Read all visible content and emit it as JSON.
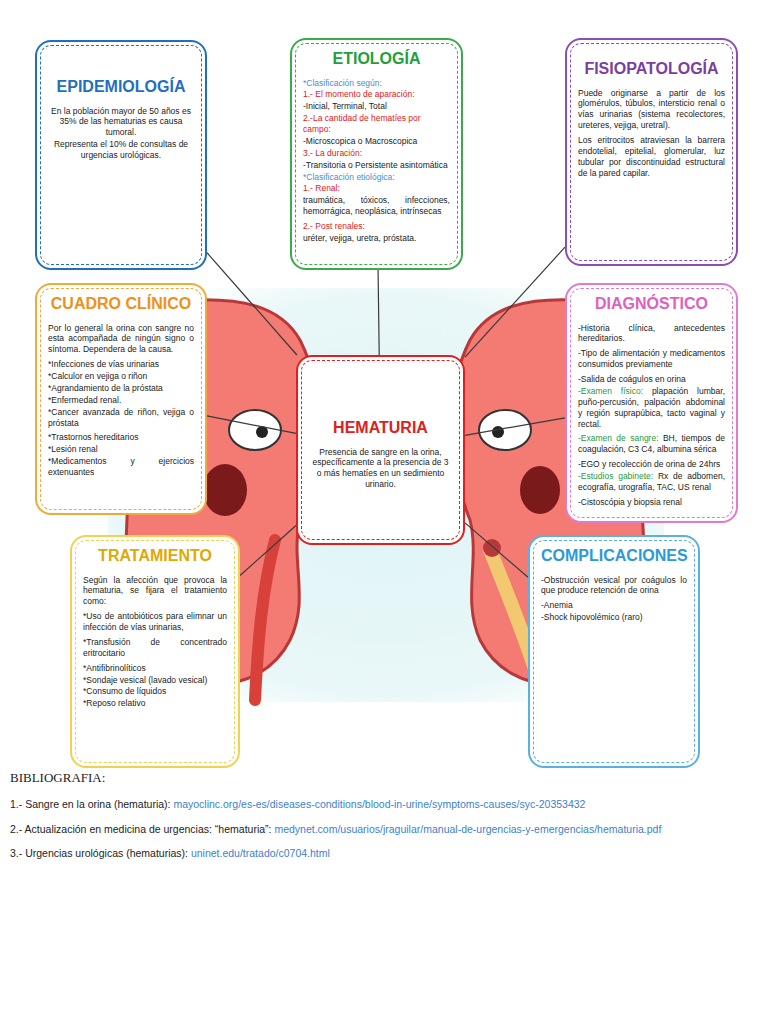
{
  "diagram": {
    "nodes": [
      {
        "text": [
          "EPIDEMIOLOGÍA",
          "En la población mayor de 50 años es 35% de las hematurias es causa tumoral.",
          "Representa el 10% de consultas de urgencias urológicas."
        ]
      },
      {
        "text": [
          "ETIOLOGÍA",
          "*Clasificación según:",
          "1.- El momento de aparación:",
          "-Inicial, Terminal, Total",
          "2.-La cantidad de hematíes por campo:",
          "-Microscopica o Macroscopica",
          "3.- La duración:",
          "-Transitoria o Persistente asintomática",
          "*Clasificación etiológica:",
          "1.- Renal:",
          "traumática, tóxicos, infecciones, hemorrágica, neoplásica, intrínsecas",
          "2.- Post renales:",
          "uréter, vejiga, uretra, próstata."
        ]
      },
      {
        "text": [
          "FISIOPATOLOGÍA",
          "Puede originarse a partir de los glomérulos, túbulos, intersticio renal o vías urinarias (sistema recolectores, ureteres, vejiga, uretral).",
          "Los eritrocitos atraviesan la barrera endotelial, epitelial, glomerular, luz tubular por discontinuidad estructural de la pared capilar."
        ]
      },
      {
        "text": [
          "CUADRO CLÍNICO",
          "Por lo general la orina con sangre no esta acompañada de ningún signo o síntoma. Dependera de la causa.",
          "*Infecciones de vías urinarias",
          "*Calculor en vejiga o riñon",
          "*Agrandamiento de la próstata",
          "*Enfermedad renal.",
          "*Cancer avanzada de riñon, vejiga o próstata",
          "*Trastornos hereditarios",
          "*Lesión renal",
          "*Medicamentos y ejercicios extenuantes"
        ]
      },
      {
        "text": [
          "HEMATURIA",
          "Presencia de sangre en la orina, específicamente a la presencia de 3 o más hematíes en un sedimiento urinario."
        ]
      },
      {
        "text": [
          "DIAGNÓSTICO",
          "-Historia clínica, antecedentes hereditarios.",
          "-Tipo de alimentación y medicamentos consumidos previamente",
          "-Salida de coágulos en orina",
          "-Examen físico:",
          "plapación lumbar, puño-percusión, palpación abdominal y región suprapúbica, tacto vaginal y rectal.",
          "-Examen de sangre:",
          "BH, tiempos de coagulación, C3 C4, albumina sérica",
          "-EGO y recolección de orina de 24hrs",
          "-Estudios gabinete:",
          "Rx de adbomen, ecografía, urografía, TAC, US renal",
          "-Cistoscópia y biopsia renal"
        ]
      },
      {
        "text": [
          "TRATAMIENTO",
          "Según la afección que provoca la hematuria, se fijara el tratamiento como:",
          "*Uso de antobióticos para elimnar un infección de vías urinarias,",
          "*Transfusión de concentrado eritrocitario",
          "*Antifibrinolíticos",
          "*Sondaje vesical (lavado vesical)",
          "*Consumo de líquidos",
          "*Reposo relativo"
        ]
      },
      {
        "text": [
          "COMPLICACIONES",
          "-Obstrucción vesical por coágulos lo que produce retención de orina",
          "-Anemia",
          "-Shock hipovolémico (raro)"
        ]
      }
    ],
    "edges": [
      {
        "from": 4,
        "to": 0,
        "arrow": "none"
      },
      {
        "from": 4,
        "to": 1,
        "arrow": "none"
      },
      {
        "from": 4,
        "to": 2,
        "arrow": "none"
      },
      {
        "from": 4,
        "to": 3,
        "arrow": "none"
      },
      {
        "from": 4,
        "to": 5,
        "arrow": "none"
      },
      {
        "from": 4,
        "to": 6,
        "arrow": "none"
      },
      {
        "from": 4,
        "to": 7,
        "arrow": "none"
      }
    ],
    "labels": [
      "BIBLIOGRAFIA:",
      "1.- Sangre en la orina (hematuria):",
      "mayoclinc.org/es-es/diseases-conditions/blood-in-urine/symptoms-causes/syc-20353432",
      "2.- Actualización en medicina de urgencias: “hematuria”:",
      "medynet.com/usuarios/jraguilar/manual-de-urgencias-y-emergencias/hematuria.pdf",
      "3.- Urgencias urológicas (hematurias):",
      "uninet.edu/tratado/c0704.html"
    ]
  }
}
